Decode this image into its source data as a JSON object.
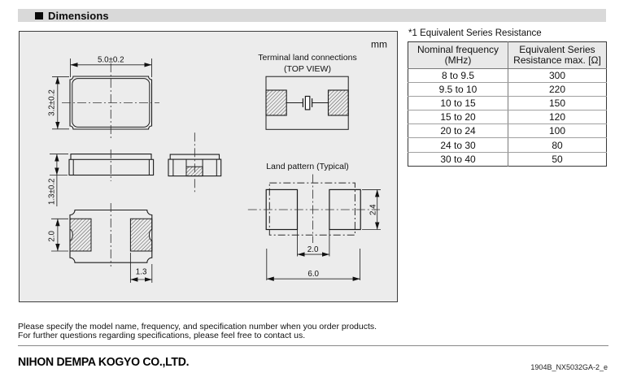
{
  "header": {
    "title": "Dimensions"
  },
  "diagram": {
    "unit_label": "mm",
    "top_view": {
      "width_label": "5.0±0.2",
      "height_label": "3.2±0.2"
    },
    "side_view": {
      "height_label": "1.3±0.2"
    },
    "bottom_view": {
      "pad_height_label": "2.0",
      "pad_width_label": "1.3"
    },
    "terminal": {
      "title": "Terminal land connections",
      "subtitle": "(TOP VIEW)"
    },
    "land_pattern": {
      "title": "Land pattern (Typical)",
      "pad_height_label": "2.4",
      "gap_label": "2.0",
      "overall_label": "6.0"
    }
  },
  "esr": {
    "caption": "*1 Equivalent Series Resistance",
    "columns": {
      "col1_line1": "Nominal frequency",
      "col1_line2": "(MHz)",
      "col2_line1": "Equivalent Series",
      "col2_line2": "Resistance max. [Ω]"
    },
    "rows": [
      {
        "freq": "8 to 9.5",
        "esr": "300"
      },
      {
        "freq": "9.5 to 10",
        "esr": "220"
      },
      {
        "freq": "10 to 15",
        "esr": "150"
      },
      {
        "freq": "15 to 20",
        "esr": "120"
      },
      {
        "freq": "20 to 24",
        "esr": "100"
      },
      {
        "freq": "24 to 30",
        "esr": "80"
      },
      {
        "freq": "30 to 40",
        "esr": "50"
      }
    ]
  },
  "notes": {
    "line1": "Please specify the model name, frequency, and specification number when you order products.",
    "line2": "For further questions regarding specifications, please feel free to contact us."
  },
  "footer": {
    "company": "NIHON DEMPA KOGYO CO.,LTD.",
    "doc_number": "1904B_NX5032GA-2_e"
  }
}
